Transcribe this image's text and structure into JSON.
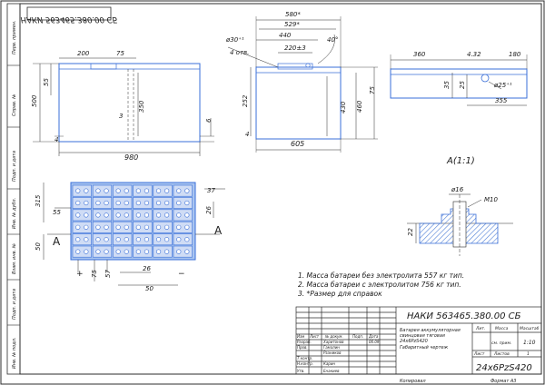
{
  "doc_code": "НАКИ 563465.380.00 СБ",
  "doc_code_mirrored": "НАКИ 563465.380.00 СБ",
  "left_strip": [
    "Перв. примен.",
    "Справ. №",
    "Подп. и дата",
    "Инв. № дубл.",
    "Взам. инв. №",
    "Подп. и дата",
    "Инв. № подл."
  ],
  "front_view": {
    "dims": [
      "200",
      "75",
      "500",
      "55",
      "3",
      "350",
      "4",
      "6",
      "980"
    ]
  },
  "side_view": {
    "dims": [
      "580*",
      "529*",
      "ø30⁺¹",
      "4 отв.",
      "440",
      "220±3",
      "40°",
      "252",
      "430",
      "460",
      "75",
      "4",
      "605"
    ]
  },
  "detail_view": {
    "dims": [
      "360",
      "4.32",
      "180",
      "35",
      "25",
      "ø25⁺¹",
      "355"
    ],
    "label": "A(1:1)"
  },
  "plan_view": {
    "dims": [
      "315",
      "37",
      "55",
      "26",
      "50",
      "57",
      "26",
      "75",
      "50"
    ],
    "section_marks": [
      "A",
      "A"
    ]
  },
  "terminal_detail": {
    "dims": [
      "ø16",
      "M10",
      "22"
    ]
  },
  "notes": [
    "1. Масса батареи без электролита 557 кг тип.",
    "2. Масса батареи с электролитом 756 кг тип.",
    "3. *Размер для справок"
  ],
  "title_block": {
    "doc_number": "НАКИ 563465.380.00 СБ",
    "product_name": [
      "Батарея аккумуляторная",
      "свинцовая тяговая",
      "24х6PzS420",
      "Габаритный чертеж"
    ],
    "col_headers": [
      "Изм",
      "Лист",
      "№ докум.",
      "Подп.",
      "Дата"
    ],
    "roles": [
      "Разраб.",
      "Пров.",
      "Т.контр.",
      "Н.контр.",
      "Утв."
    ],
    "names": [
      "Харитонов",
      "Гамалин",
      "Рзаников",
      "Карин",
      "Енакиев"
    ],
    "date": "06.09",
    "lit_label": "Лит.",
    "mass_label": "Масса",
    "scale_label": "Масштаб",
    "mass_value": "см. прим.",
    "scale_value": "1:10",
    "sheet_label": "Лист",
    "sheets_label": "Листов",
    "sheets_value": "1",
    "designation": "24x6PzS420"
  },
  "footer": {
    "copied": "Копировал",
    "format": "Формат    А3"
  },
  "colors": {
    "outline": "#2b2b2b",
    "blue": "#3a6fd8",
    "grid_fill": "#a8c4f0",
    "hatch": "#4f7fd6"
  }
}
